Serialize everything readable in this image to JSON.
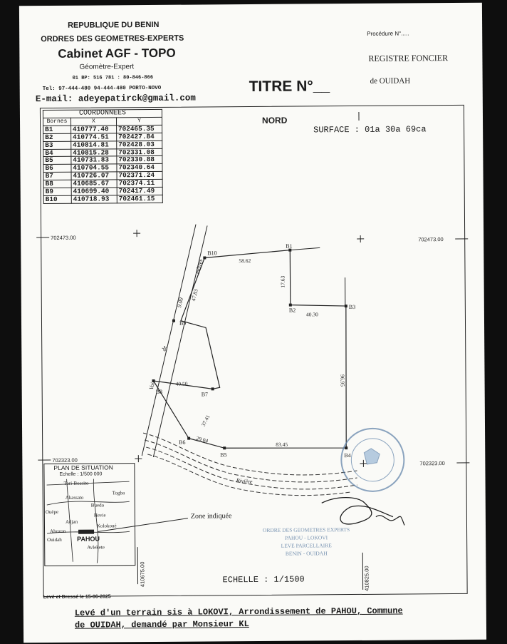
{
  "header": {
    "republic": "REPUBLIQUE DU BENIN",
    "order": "ORDRES DES GEOMETRES-EXPERTS",
    "cabinet": "Cabinet AGF - TOPO",
    "role": "Géomètre-Expert",
    "bp": "01 BP: 516 781 : 80-846-866",
    "tel": "Tel: 97-444-480 94-444-480 PORTO-NOVO",
    "email": "E-mail: adeyepatirck@gmail.com"
  },
  "right_header": {
    "procedure": "Procédure N°.....",
    "registre": "REGISTRE FONCIER",
    "ville": "de OUIDAH"
  },
  "titre": "TITRE N°__",
  "nord": "NORD",
  "surface": "SURFACE : 01a 30a 69ca",
  "coordinates": {
    "title": "COORDONNEES",
    "headers": [
      "Bornes",
      "X",
      "Y"
    ],
    "rows": [
      [
        "B1",
        "410777.40",
        "702465.35"
      ],
      [
        "B2",
        "410774.51",
        "702427.84"
      ],
      [
        "B3",
        "410814.81",
        "702428.03"
      ],
      [
        "B4",
        "410815.28",
        "702331.08"
      ],
      [
        "B5",
        "410731.83",
        "702330.88"
      ],
      [
        "B6",
        "410704.55",
        "702340.64"
      ],
      [
        "B7",
        "410726.07",
        "702371.24"
      ],
      [
        "B8",
        "410685.67",
        "702374.11"
      ],
      [
        "B9",
        "410699.40",
        "702417.49"
      ],
      [
        "B10",
        "410718.93",
        "702461.15"
      ]
    ]
  },
  "grid_labels": {
    "left_top": "702473.00",
    "right_top": "702473.00",
    "left_bottom": "702323.00",
    "right_bottom": "702323.00",
    "bottom_left": "410675.00",
    "bottom_right": "410825.00"
  },
  "plot": {
    "borne_labels": [
      "B1",
      "B2",
      "B3",
      "B4",
      "B5",
      "B6",
      "B7",
      "B8",
      "B9",
      "B10"
    ],
    "distances": [
      "58.62",
      "17.63",
      "40.30",
      "96.95",
      "83.45",
      "29.04",
      "37.41",
      "40.50",
      "47.83",
      "9.00"
    ],
    "road_words": [
      "Voie",
      "de",
      "9.00",
      "mètres"
    ],
    "river": "Rivière"
  },
  "situation": {
    "title": "PLAN DE SITUATION",
    "scale": "Echelle : 1/500 000",
    "places": [
      "Tori-Bossito",
      "Togba",
      "Akassato",
      "Buedo",
      "Ouèpe",
      "Hevie",
      "Adjan",
      "Kolokoué",
      "Ahozon",
      "Ouidah",
      "PAHOU",
      "Avlekete"
    ],
    "zone": "Zone indiquée"
  },
  "echelle": "ECHELLE : 1/1500",
  "leve_date": "Levé et Dressé le 15-06-2025",
  "caption_line1": "Levé d'un terrain sis à LOKOVI, Arrondissement de PAHOU, Commune",
  "caption_line2": "de OUIDAH, demandé par Monsieur KL",
  "stamp_lines": [
    "ORDRE DES GEOMETRES EXPERTS",
    "PAHOU - LOKOVI",
    "LEVE PARCELLAIRE",
    "BENIN - OUIDAH"
  ],
  "colors": {
    "ink": "#1b1b1b",
    "paper": "#fafaf7",
    "stamp": "#5b7fa6"
  }
}
